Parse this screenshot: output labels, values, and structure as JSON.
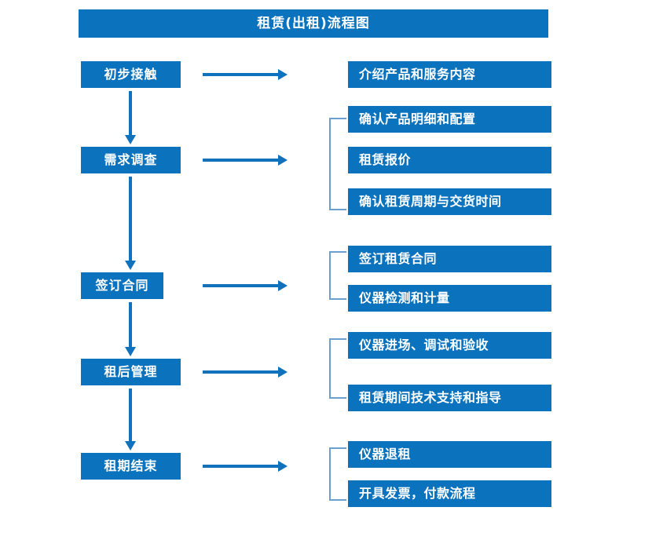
{
  "title": "租赁(出租)流程图",
  "colors": {
    "box_blue": "#0b72bd",
    "arrow_blue": "#1072bd",
    "bracket_blue": "#6b9fd0",
    "text_white": "#ffffff",
    "background": "#ffffff"
  },
  "stages": [
    {
      "label": "初步接触"
    },
    {
      "label": "需求调查"
    },
    {
      "label": "签订合同"
    },
    {
      "label": "租后管理"
    },
    {
      "label": "租期结束"
    }
  ],
  "groups": [
    {
      "stage": "初步接触",
      "bracket": false,
      "details": [
        {
          "label": "介绍产品和服务内容"
        }
      ]
    },
    {
      "stage": "需求调查",
      "bracket": true,
      "details": [
        {
          "label": "确认产品明细和配置"
        },
        {
          "label": "租赁报价"
        },
        {
          "label": "确认租赁周期与交货时间"
        }
      ]
    },
    {
      "stage": "签订合同",
      "bracket": true,
      "details": [
        {
          "label": "签订租赁合同"
        },
        {
          "label": "仪器检测和计量"
        }
      ]
    },
    {
      "stage": "租后管理",
      "bracket": true,
      "details": [
        {
          "label": "仪器进场、调试和验收"
        },
        {
          "label": "租赁期间技术支持和指导"
        }
      ]
    },
    {
      "stage": "租期结束",
      "bracket": true,
      "details": [
        {
          "label": "仪器退租"
        },
        {
          "label": "开具发票，付款流程"
        }
      ]
    }
  ]
}
